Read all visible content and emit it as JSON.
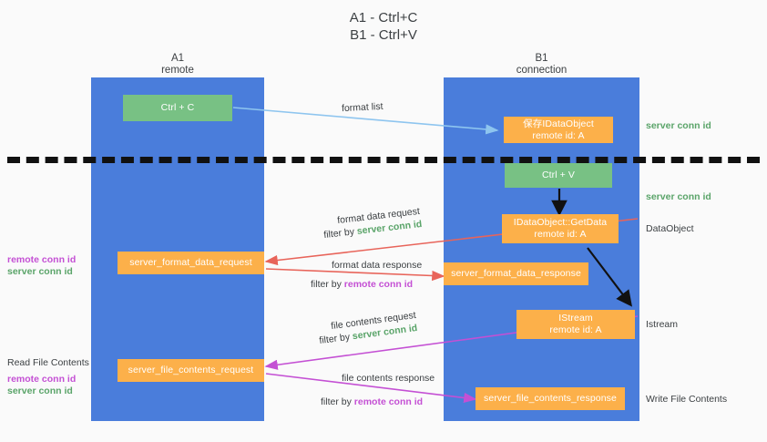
{
  "title": "A1 - Ctrl+C\nB1 - Ctrl+V",
  "lanes": [
    {
      "name": "A1",
      "sub": "remote"
    },
    {
      "name": "B1",
      "sub": "connection"
    }
  ],
  "nodes": {
    "ctrl_c": {
      "line1": "Ctrl + C"
    },
    "save_idataobject": {
      "line1": "保存IDataObject",
      "line2": "remote id: A"
    },
    "ctrl_v": {
      "line1": "Ctrl + V"
    },
    "getdata": {
      "line1": "IDataObject::GetData",
      "line2": "remote id: A"
    },
    "server_format_data_request": {
      "line1": "server_format_data_request"
    },
    "server_format_data_response": {
      "line1": "server_format_data_response"
    },
    "istream": {
      "line1": "IStream",
      "line2": "remote id: A"
    },
    "server_file_contents_request": {
      "line1": "server_file_contents_request"
    },
    "server_file_contents_response": {
      "line1": "server_file_contents_response"
    }
  },
  "edge_labels": {
    "format_list": "format list",
    "format_data_request": "format data request",
    "format_data_request_filter_prefix": "filter by ",
    "format_data_request_filter_key": "server conn id",
    "format_data_response": "format data response",
    "format_data_response_filter_prefix": "filter by ",
    "format_data_response_filter_key": "remote conn id",
    "file_contents_request": "file contents request",
    "file_contents_request_filter_prefix": "filter by ",
    "file_contents_request_filter_key": "server conn id",
    "file_contents_response": "file contents response",
    "file_contents_response_filter_prefix": "filter by ",
    "file_contents_response_filter_key": "remote conn id"
  },
  "right_labels": {
    "server_conn_id_top": "server conn id",
    "server_conn_id_second": "server conn id",
    "dataobject": "DataObject",
    "istream": "Istream",
    "write_file_contents": "Write File Contents"
  },
  "left_labels": {
    "remote_conn_id_upper": "remote conn id",
    "server_conn_id_upper": "server conn id",
    "read_file_contents": "Read File Contents",
    "remote_conn_id_lower": "remote conn id",
    "server_conn_id_lower": "server conn id"
  },
  "colors": {
    "lane": "#4a7ddb",
    "green_node": "#78c184",
    "orange_node": "#fcb04a",
    "green_text": "#5aa469",
    "magenta_text": "#c450d4",
    "arrow_red": "#e8645a",
    "arrow_magenta": "#c450d4",
    "arrow_lightblue": "#8ec5ef",
    "arrow_black": "#111111",
    "background": "#fafafa"
  }
}
